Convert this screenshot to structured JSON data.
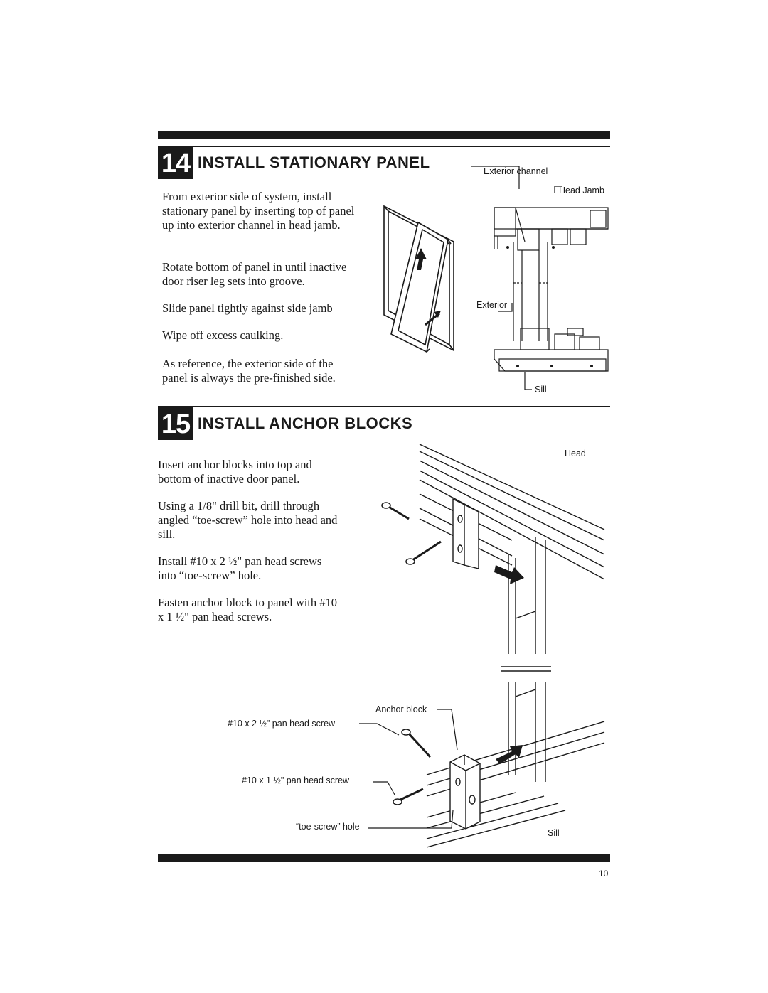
{
  "step14": {
    "number": "14",
    "title": "INSTALL STATIONARY PANEL",
    "paragraphs": [
      "From exterior side of system, install stationary panel by inserting top of panel up into exterior channel in head jamb.",
      "Rotate bottom of panel in until inactive door riser leg sets into groove.",
      "Slide panel tightly against side jamb",
      "Wipe off excess caulking.",
      "As reference, the exterior side of the panel is always the pre-finished side."
    ],
    "labels": {
      "exterior_channel": "Exterior channel",
      "head_jamb": "Head Jamb",
      "exterior": "Exterior",
      "sill": "Sill"
    }
  },
  "step15": {
    "number": "15",
    "title": "INSTALL ANCHOR BLOCKS",
    "paragraphs": [
      "Insert anchor blocks into top and bottom of inactive door panel.",
      "Using a 1/8\" drill bit, drill through angled “toe-screw” hole into head and sill.",
      "Install #10 x 2 ½\" pan head screws into “toe-screw” hole.",
      "Fasten anchor block to panel with #10 x 1 ½\" pan head screws."
    ],
    "labels": {
      "head": "Head",
      "anchor_block": "Anchor block",
      "screw_long": "#10 x 2 ½\" pan head screw",
      "screw_short": "#10 x 1 ½\" pan head screw",
      "toe_screw_hole": "“toe-screw” hole",
      "sill": "Sill"
    }
  },
  "footer": {
    "page_number": "10"
  }
}
